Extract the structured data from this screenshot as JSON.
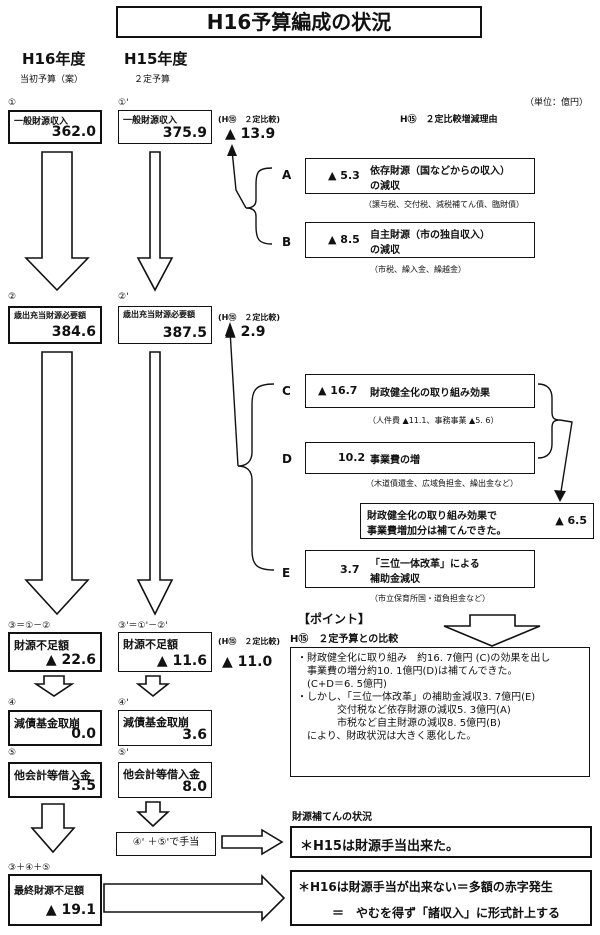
{
  "title": "H16予算編成の状況",
  "unit": "（単位：億円）",
  "col16": {
    "year": "H16年度",
    "sub": "当初予算（案）"
  },
  "col15": {
    "year": "H15年度",
    "sub": "２定予算"
  },
  "reason_header": "H⑮　２定比較増減理由",
  "rows": {
    "r1": {
      "mark16": "①",
      "mark15": "①'",
      "label": "一般財源収入",
      "v16": "362.0",
      "v15": "375.9",
      "cmp_label": "(H⑮　２定比較)",
      "cmp_value": "▲ 13.9"
    },
    "r2": {
      "mark16": "②",
      "mark15": "②'",
      "label": "歳出充当財源必要額",
      "v16": "384.6",
      "v15": "387.5",
      "cmp_label": "(H⑮　２定比較)",
      "cmp_value": "▲ 2.9"
    },
    "r3": {
      "mark16": "③＝①－②",
      "mark15": "③'＝①'－②'",
      "label": "財源不足額",
      "v16": "▲ 22.6",
      "v15": "▲ 11.6",
      "cmp_label": "(H⑮　２定比較)",
      "cmp_value": "▲ 11.0"
    },
    "r4": {
      "mark16": "④",
      "mark15": "④'",
      "label": "減債基金取崩",
      "v16": "0.0",
      "v15": "3.6"
    },
    "r5": {
      "mark16": "⑤",
      "mark15": "⑤'",
      "label": "他会計等借入金",
      "v16": "3.5",
      "v15": "8.0"
    }
  },
  "reasons": {
    "A": {
      "letter": "A",
      "value": "▲ 5.3",
      "text1": "依存財源（国などからの収入）",
      "text2": "の減収",
      "note": "（譲与税、交付税、減税補てん債、臨財債）"
    },
    "B": {
      "letter": "B",
      "value": "▲ 8.5",
      "text1": "自主財源（市の独自収入）",
      "text2": "の減収",
      "note": "（市税、繰入金、繰越金）"
    },
    "C": {
      "letter": "C",
      "value": "▲ 16.7",
      "text1": "財政健全化の取り組み効果",
      "note": "（人件費 ▲11.1、事務事業 ▲5. 6）"
    },
    "D": {
      "letter": "D",
      "value": "10.2",
      "text1": "事業費の増",
      "note": "（木道債還金、広域負担金、繰出金など）"
    },
    "CD": {
      "text1": "財政健全化の取り組み効果で",
      "text2": "事業費増加分は補てんできた。",
      "value": "▲ 6.5"
    },
    "E": {
      "letter": "E",
      "value": "3.7",
      "text1": "「三位一体改革」による",
      "text2": "補助金減収",
      "note": "（市立保育所国・道負担金など）"
    }
  },
  "point": {
    "title": "【ポイント】",
    "subtitle": "H⑮　２定予算との比較",
    "lines": [
      "・財政健全化に取り組み　約16. 7億円 (C)の効果を出し",
      "　事業費の増分約10. 1億円(D)は補てんできた。",
      "　(C+D＝6. 5億円)",
      "・しかし、「三位一体改革」の補助金減収3. 7億円(E)",
      "　　　　交付税など依存財源の減収5. 3億円(A)",
      "　　　　市税など自主財源の減収8. 5億円(B)",
      "　により、財政状況は大きく悪化した。"
    ]
  },
  "supplement": {
    "title": "財源補てんの状況",
    "formula15": "④' ＋⑤'で手当",
    "h15": "＊H15は財源手当出来た。",
    "h16_line1": "＊H16は財源手当が出来ない＝多額の赤字発生",
    "h16_line2": "＝　やむを得ず「諸収入」に形式計上する"
  },
  "final": {
    "mark": "③＋④＋⑤",
    "label": "最終財源不足額",
    "value": "▲ 19.1"
  }
}
